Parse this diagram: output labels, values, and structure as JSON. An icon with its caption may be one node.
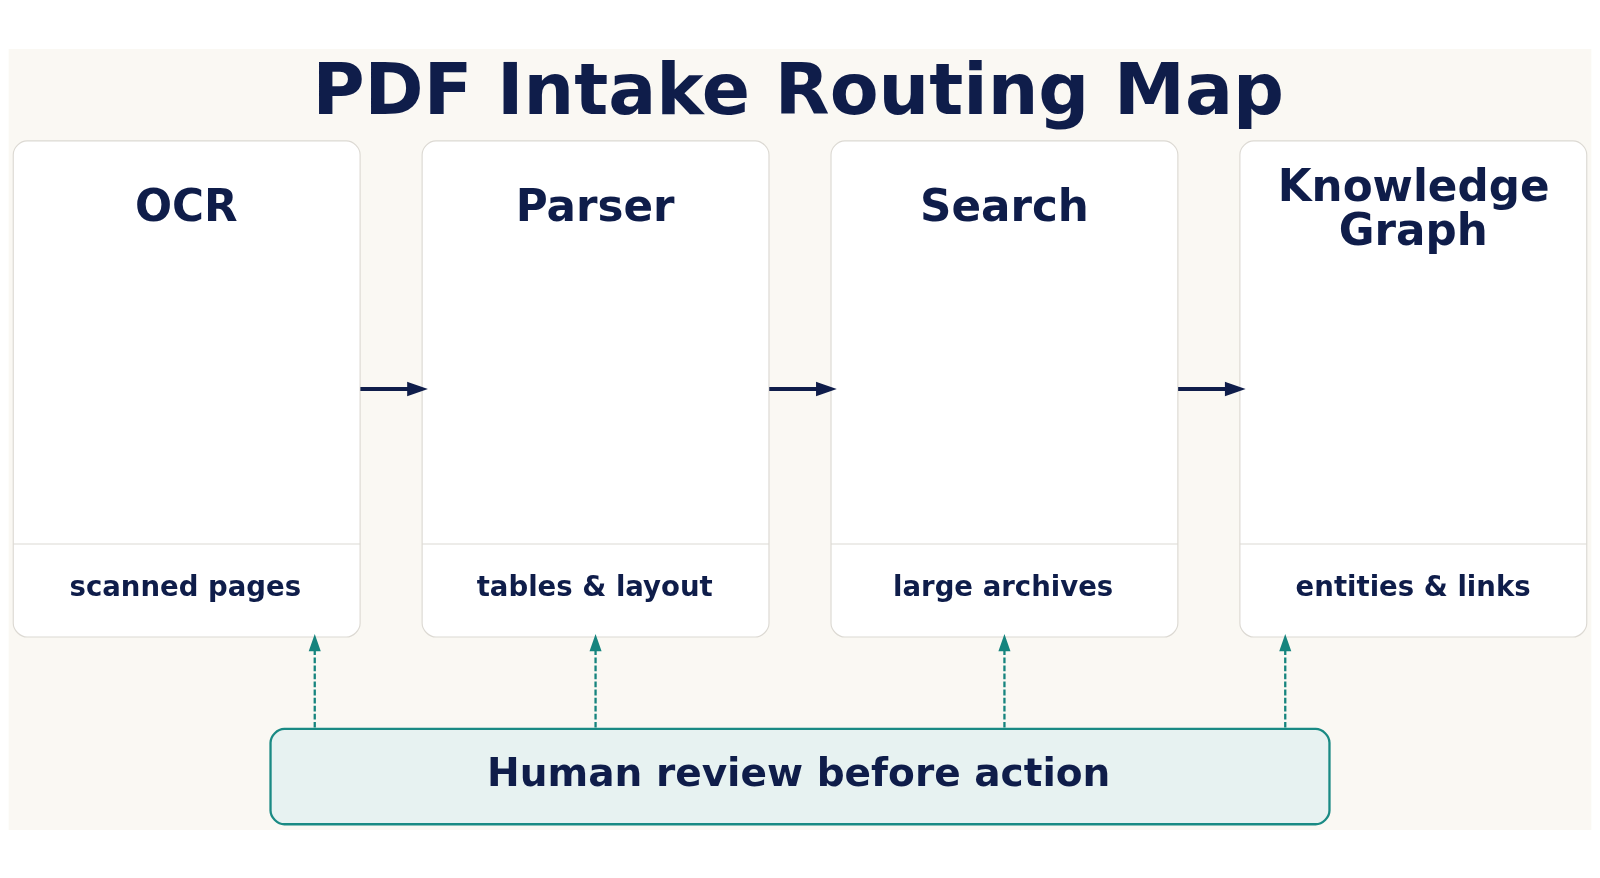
{
  "diagram": {
    "title": "PDF Intake Routing Map",
    "nodes": [
      {
        "text": [
          "OCR",
          "scanned pages"
        ]
      },
      {
        "text": [
          "Parser",
          "tables & layout"
        ]
      },
      {
        "text": [
          "Search",
          "large archives"
        ]
      },
      {
        "text": [
          "Knowledge Graph",
          "entities & links"
        ]
      },
      {
        "text": [
          "Human review before action"
        ]
      }
    ],
    "edges": [
      {
        "from": 0,
        "to": 1,
        "arrow": "to",
        "color": "#0f1d4a"
      },
      {
        "from": 1,
        "to": 2,
        "arrow": "to",
        "color": "#0f1d4a"
      },
      {
        "from": 2,
        "to": 3,
        "arrow": "to",
        "color": "#0f1d4a"
      },
      {
        "from": 4,
        "to": 0,
        "arrow": "to",
        "style": "dashed",
        "color": "#16847e"
      },
      {
        "from": 4,
        "to": 1,
        "arrow": "to",
        "style": "dashed",
        "color": "#16847e"
      },
      {
        "from": 4,
        "to": 2,
        "arrow": "to",
        "style": "dashed",
        "color": "#16847e"
      },
      {
        "from": 4,
        "to": 3,
        "arrow": "to",
        "style": "dashed",
        "color": "#16847e"
      }
    ]
  }
}
